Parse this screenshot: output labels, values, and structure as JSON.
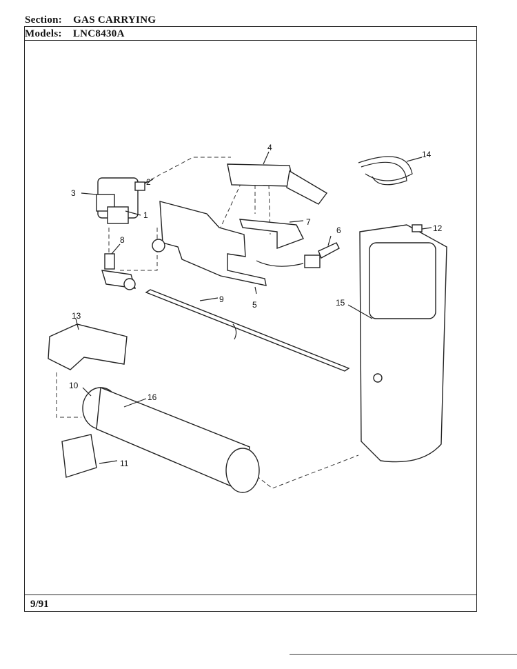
{
  "header": {
    "section_label": "Section:",
    "section_value": "GAS CARRYING",
    "models_label": "Models:",
    "models_value": "LNC8430A"
  },
  "footer": {
    "date": "9/91"
  },
  "callouts": [
    "1",
    "2",
    "3",
    "4",
    "5",
    "6",
    "7",
    "8",
    "9",
    "10",
    "11",
    "12",
    "13",
    "14",
    "15",
    "16"
  ]
}
